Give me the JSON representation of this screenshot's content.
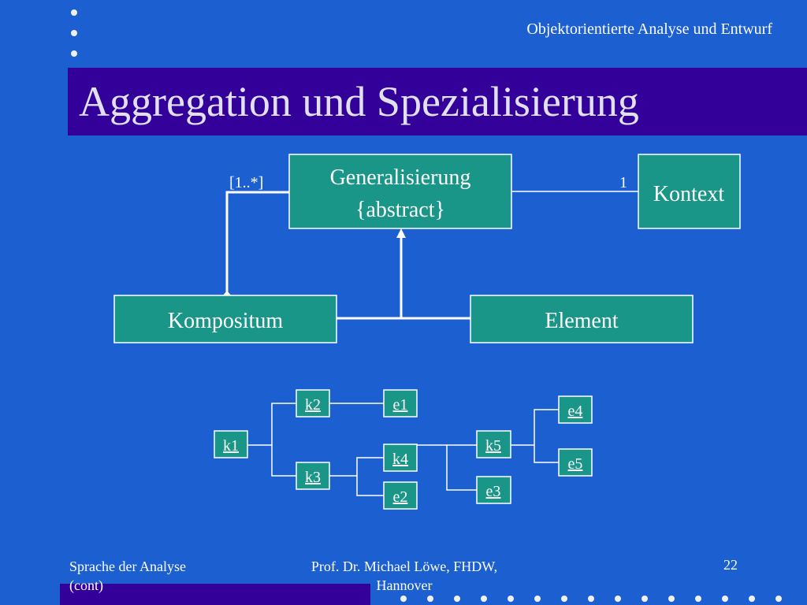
{
  "header": {
    "course_title": "Objektorientierte Analyse und Entwurf"
  },
  "slide": {
    "title": "Aggregation und Spezialisierung"
  },
  "class_diagram": {
    "generalization_line1": "Generalisierung",
    "generalization_line2": "{abstract}",
    "context": "Kontext",
    "composite": "Kompositum",
    "element": "Element",
    "multiplicity_many": "[1..*]",
    "multiplicity_one": "1"
  },
  "instance_tree": {
    "k1": "k1",
    "k2": "k2",
    "k3": "k3",
    "k4": "k4",
    "k5": "k5",
    "e1": "e1",
    "e2": "e2",
    "e3": "e3",
    "e4": "e4",
    "e5": "e5"
  },
  "footer": {
    "left_line1": "Sprache der Analyse",
    "left_line2": "(cont)",
    "center_line1": "Prof. Dr. Michael Löwe, FHDW,",
    "center_line2": "Hannover",
    "page_number": "22"
  },
  "colors": {
    "background": "#1c5fd0",
    "title_bar": "#330099",
    "box_fill": "#1a9688"
  }
}
